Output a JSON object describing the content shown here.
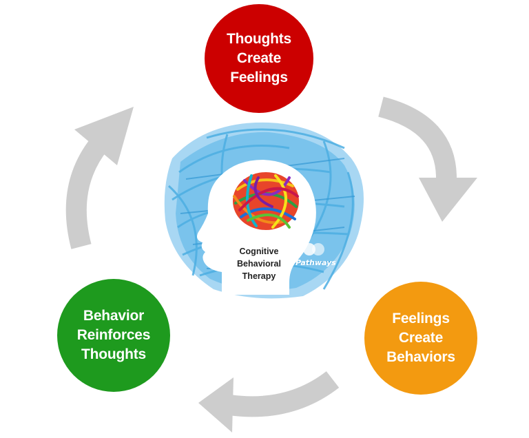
{
  "nodes": {
    "thoughts": {
      "lines": [
        "Thoughts",
        "Create",
        "Feelings"
      ],
      "color": "#cc0000"
    },
    "feelings": {
      "lines": [
        "Feelings",
        "Create",
        "Behaviors"
      ],
      "color": "#f39a10"
    },
    "behavior": {
      "lines": [
        "Behavior",
        "Reinforces",
        "Thoughts"
      ],
      "color": "#1e9a1e"
    }
  },
  "center": {
    "lines": [
      "Cognitive",
      "Behavioral",
      "Therapy"
    ],
    "logo": "Pathways",
    "head_color": "#3aa6e0"
  },
  "arrow_color": "#cdcdcd",
  "icons": [
    "cycle-arrow-icon",
    "head-silhouette-icon",
    "scribble-brain-icon"
  ]
}
